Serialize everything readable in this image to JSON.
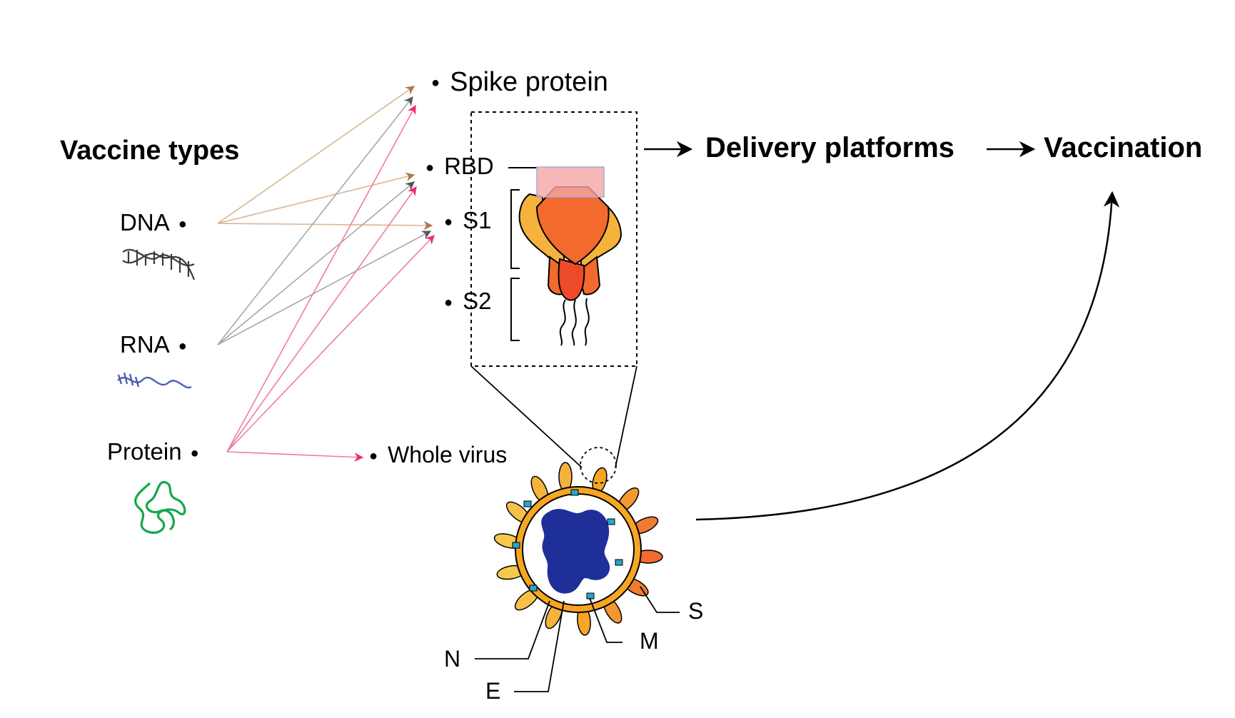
{
  "title_types": "Vaccine types",
  "sources": [
    {
      "id": "dna",
      "label": "DNA",
      "color": "#caa278"
    },
    {
      "id": "rna",
      "label": "RNA",
      "color": "#a0a0a0"
    },
    {
      "id": "protein",
      "label": "Protein",
      "color": "#ee4c88"
    }
  ],
  "targets": {
    "spike": "Spike protein",
    "rbd": "RBD",
    "s1": "S1",
    "s2": "S2",
    "whole_virus": "Whole virus"
  },
  "flow": {
    "delivery": "Delivery platforms",
    "vaccination": "Vaccination"
  },
  "virus_parts": {
    "n": "N",
    "e": "E",
    "m": "M",
    "s": "S"
  },
  "colors": {
    "spike_orange": "#f26a2e",
    "spike_yellow": "#f6b23c",
    "rbd_pink": "#f4a5a5",
    "envelope": "#f6a623",
    "rna_blue": "#1f2f9a",
    "m_protein": "#2aa4c8",
    "dna_icon": "#333333",
    "rna_icon": "#4d5fb5",
    "protein_icon": "#13a84b"
  }
}
